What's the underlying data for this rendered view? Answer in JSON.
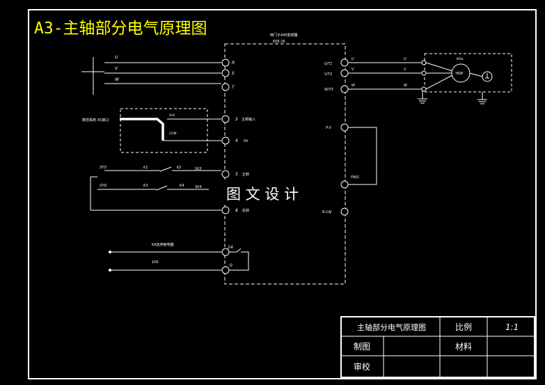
{
  "title": "A3-主轴部分电气原理图",
  "colors": {
    "background": "#000000",
    "line": "#ffffff",
    "title": "#ffff00"
  },
  "inverter": {
    "model": "西门子440变频器",
    "code": "6SE-26"
  },
  "watermark": "图 文 设 计",
  "left_terminals": [
    "R",
    "S",
    "T",
    "3",
    "4",
    "5",
    "8",
    "24",
    "0"
  ],
  "left_labels": {
    "3": "主频输入",
    "4": "0V",
    "5": "正转",
    "8": "反转"
  },
  "right_terminals": [
    "U/T1",
    "V/T2",
    "W/T3",
    "P-3",
    "FA01",
    "B-1AJ"
  ],
  "motor_label": "M3a",
  "motor_code": "Y6W",
  "phase_labels": [
    "U",
    "V",
    "W"
  ],
  "supply_labels": [
    "U",
    "V",
    "W"
  ],
  "ref_labels": {
    "source": "数控系统 X5接口",
    "sig": "SVC",
    "com": "COM"
  },
  "ctrl_labels": {
    "s1": "STO",
    "s2": "STD",
    "k1": "K1",
    "k2": "K2",
    "k3": "K3",
    "k4": "K4",
    "c1": "S03",
    "c2": "S04"
  },
  "relay_labels": {
    "ka": "KA急停继电器",
    "line": "100"
  },
  "title_block": {
    "drawing_name": "主轴部分电气原理图",
    "scale_label": "比例",
    "scale_value": "1:1",
    "drawn_label": "制图",
    "material_label": "材料",
    "check_label": "审校"
  }
}
